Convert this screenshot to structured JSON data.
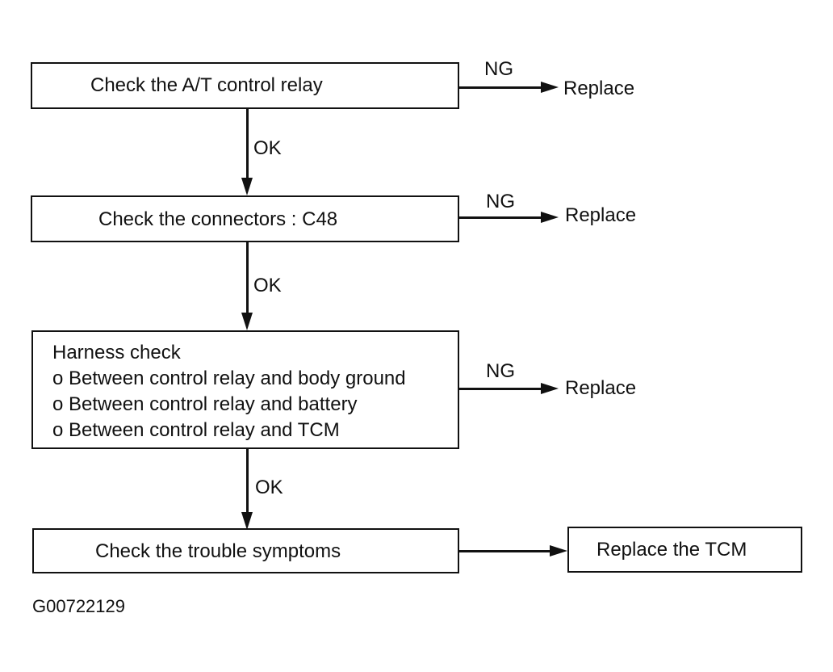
{
  "flowchart": {
    "step1": {
      "label": "Check the A/T control relay",
      "ng_label": "NG",
      "ng_result": "Replace",
      "ok_label": "OK"
    },
    "step2": {
      "label": "Check the connectors : C48",
      "ng_label": "NG",
      "ng_result": "Replace",
      "ok_label": "OK"
    },
    "step3": {
      "title": "Harness check",
      "items": [
        "o Between control relay and body ground",
        "o Between control relay and battery",
        "o Between control relay and TCM"
      ],
      "ng_label": "NG",
      "ng_result": "Replace",
      "ok_label": "OK"
    },
    "step4": {
      "label": "Check the trouble symptoms",
      "result": "Replace the TCM"
    }
  },
  "figure_id": "G00722129"
}
